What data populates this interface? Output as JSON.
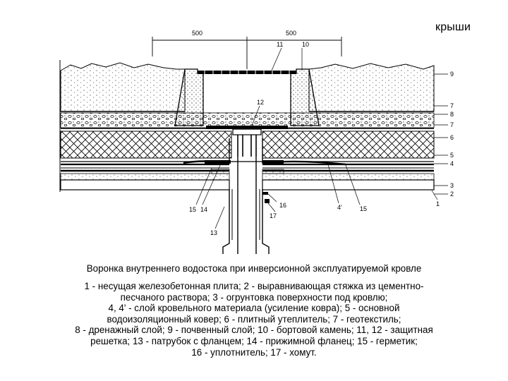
{
  "page": {
    "heading": "крыши"
  },
  "diagram": {
    "dimensions": [
      "500",
      "500"
    ],
    "callouts": [
      "11",
      "10",
      "9",
      "7",
      "8",
      "7",
      "6",
      "5",
      "4",
      "3",
      "2",
      "1",
      "12",
      "15",
      "14",
      "13",
      "16",
      "17",
      "4'",
      "15"
    ]
  },
  "caption": {
    "title": "Воронка внутреннего водостока при инверсионной эксплуатируемой кровле",
    "legend_lines": [
      "1 - несущая железобетонная плита; 2 - выравнивающая стяжка из цементно-",
      "песчаного раствора; 3 - огрунтовка поверхности под кровлю;",
      "4, 4' - слой кровельного материала (усиление ковра); 5 - основной",
      "водоизоляционный ковер; 6 - плитный утеплитель; 7 - геотекстиль;",
      "8 - дренажный слой; 9 - почвенный слой; 10 - бортовой камень; 11, 12 - защитная",
      "решетка; 13 - патрубок с фланцем; 14 - прижимной фланец; 15 - герметик;",
      "16 - уплотнитель; 17 - хомут."
    ]
  }
}
